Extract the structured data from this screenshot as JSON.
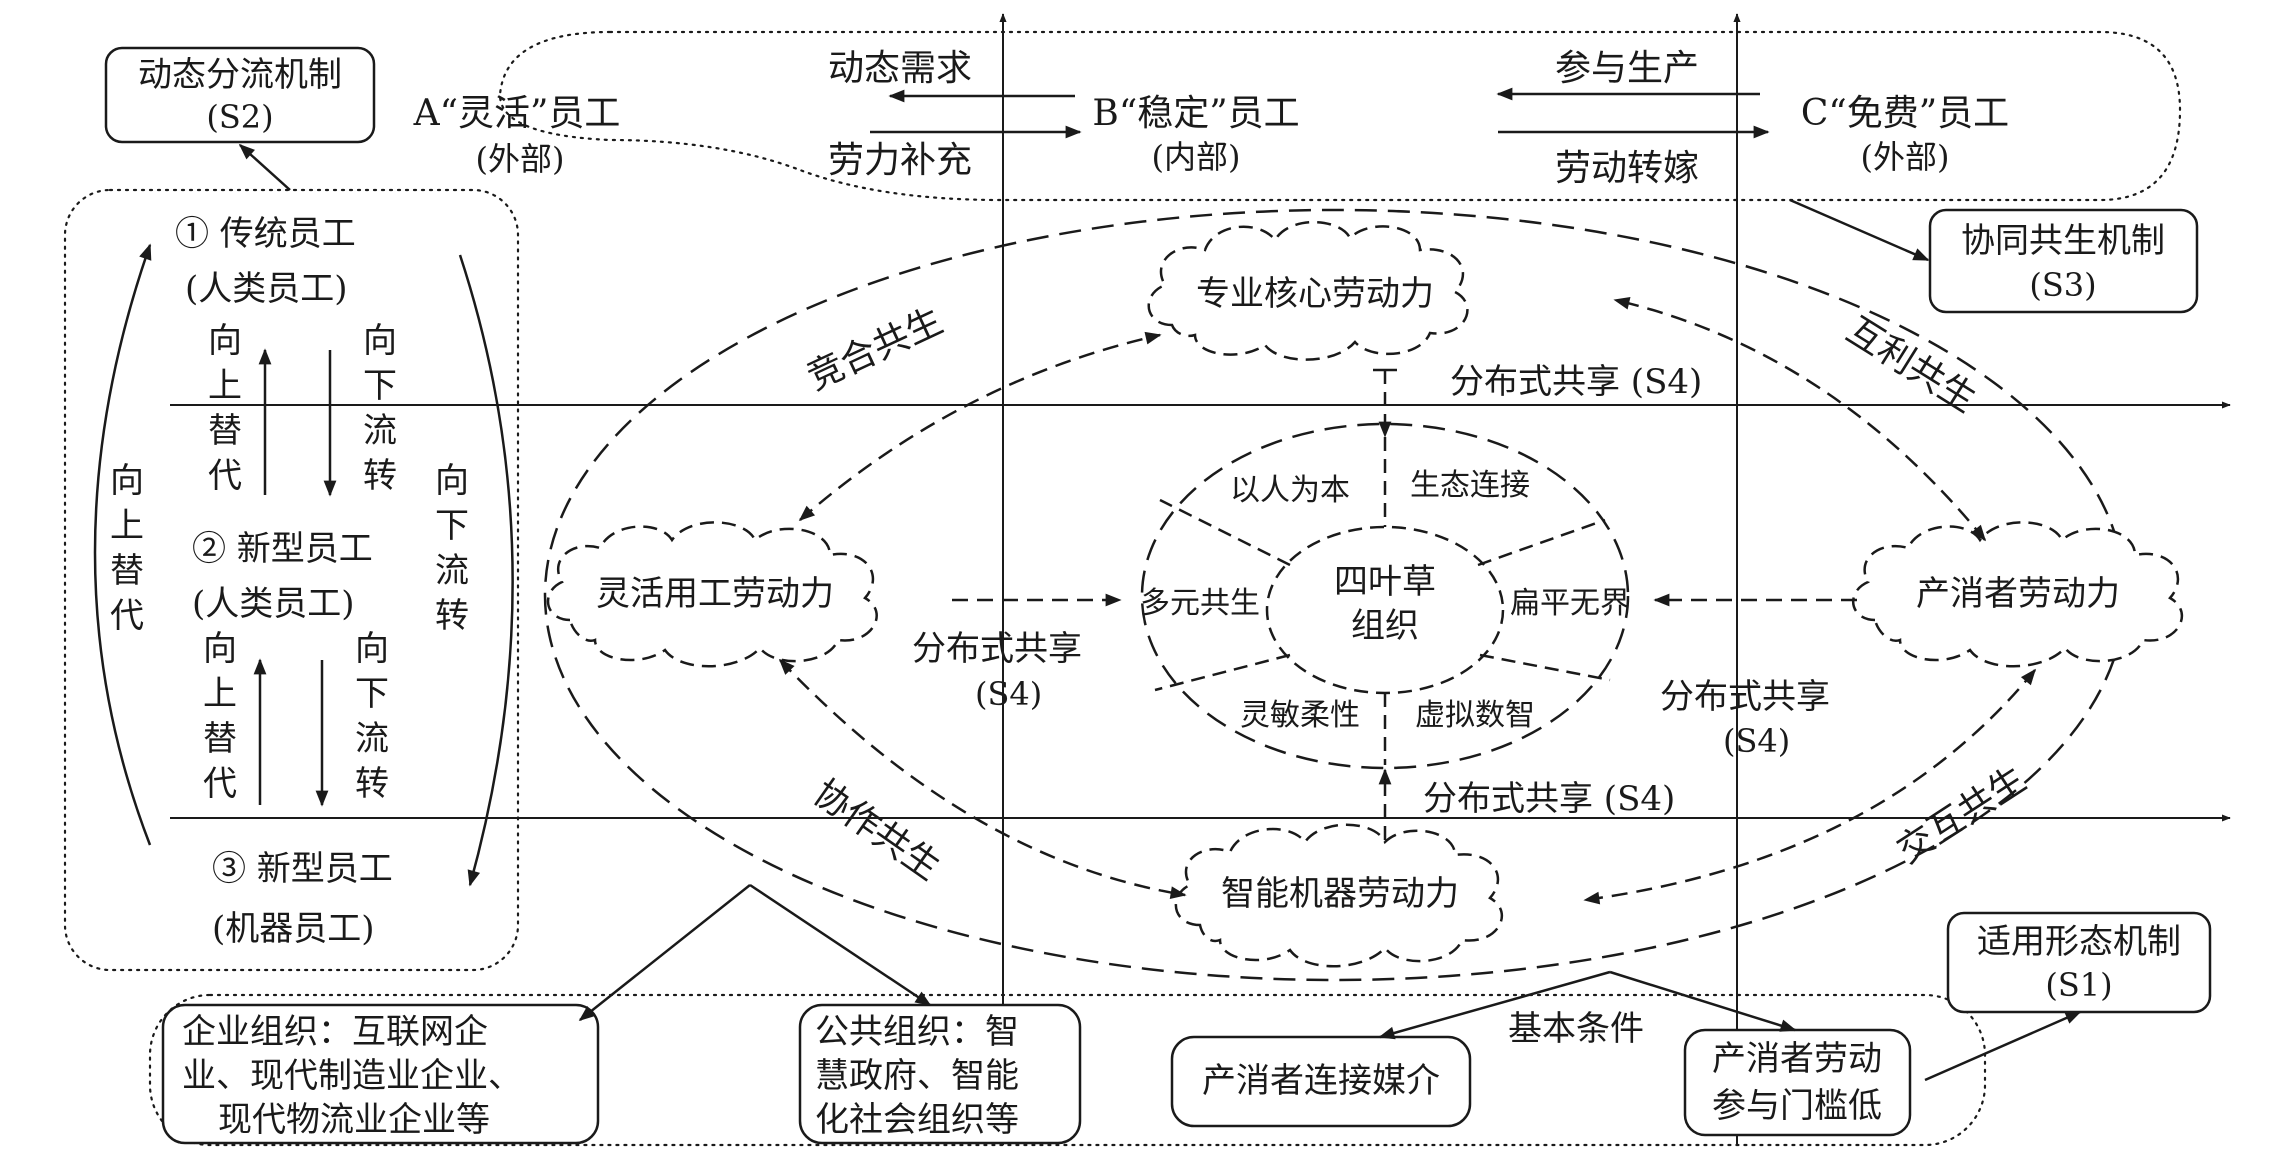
{
  "boxes": {
    "s2": {
      "line1": "动态分流机制",
      "line2": "(S2)"
    },
    "s3": {
      "line1": "协同共生机制",
      "line2": "(S3)"
    },
    "s1": {
      "line1": "适用形态机制",
      "line2": "(S1)"
    },
    "enterprise": {
      "line1": "企业组织：互联网企",
      "line2": "业、现代制造业企业、",
      "line3": "现代物流业企业等"
    },
    "public": {
      "line1": "公共组织：智",
      "line2": "慧政府、智能",
      "line3": "化社会组织等"
    },
    "medium": {
      "label": "产消者连接媒介"
    },
    "threshold": {
      "line1": "产消者劳动",
      "line2": "参与门槛低"
    }
  },
  "employees": {
    "a": {
      "line1": "A“灵活”员工",
      "line2": "(外部)"
    },
    "b": {
      "line1": "B“稳定”员工",
      "line2": "(内部)"
    },
    "c": {
      "line1": "C“免费”员工",
      "line2": "(外部)"
    }
  },
  "arrows_top": {
    "dynamic_demand": "动态需求",
    "labor_supplement": "劳力补充",
    "participate": "参与生产",
    "labor_transfer": "劳动转嫁"
  },
  "left_panel": {
    "item1_line1": "①  传统员工",
    "item1_line2": "(人类员工)",
    "item2_line1": "② 新型员工",
    "item2_line2": "(人类员工)",
    "item3_line1": "③ 新型员工",
    "item3_line2": "(机器员工)",
    "up_replace": [
      "向",
      "上",
      "替",
      "代"
    ],
    "down_flow": [
      "向",
      "下",
      "流",
      "转"
    ],
    "outer_up": [
      "向",
      "上",
      "替",
      "代"
    ],
    "outer_down": [
      "向",
      "下",
      "流",
      "转"
    ]
  },
  "clouds": {
    "core": "专业核心劳动力",
    "flexible": "灵活用工劳动力",
    "prosumer": "产消者劳动力",
    "machine": "智能机器劳动力"
  },
  "center": {
    "line1": "四叶草",
    "line2": "组织",
    "segments": [
      "以人为本",
      "生态连接",
      "扁平无界",
      "虚拟数智",
      "灵敏柔性",
      "多元共生"
    ]
  },
  "sharing": {
    "top": "分布式共享 (S4)",
    "bottom": "分布式共享 (S4)",
    "left_line1": "分布式共享",
    "left_line2": "(S4)",
    "right_line1": "分布式共享",
    "right_line2": "(S4)"
  },
  "symbiosis": {
    "compete": "竞合共生",
    "mutual": "互利共生",
    "cooperate": "协作共生",
    "interact": "交互共生"
  },
  "basic_conditions": "基本条件",
  "colors": {
    "ink": "#1a1a1a",
    "background": "#ffffff"
  }
}
